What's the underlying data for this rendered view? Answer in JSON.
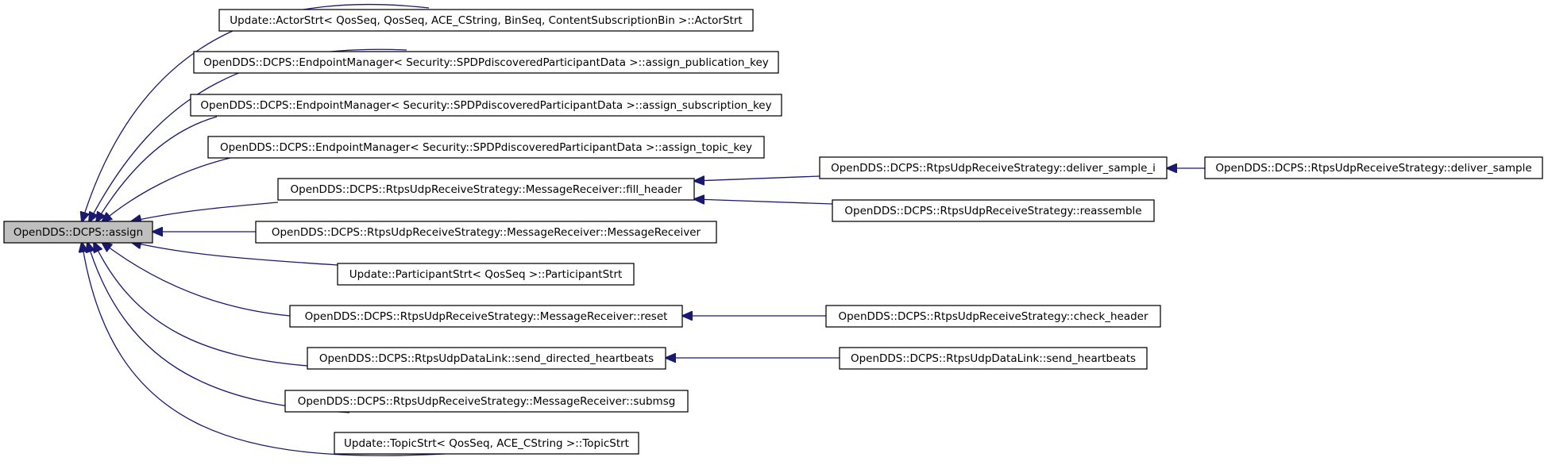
{
  "diagram": {
    "colors": {
      "edge": "#191970",
      "root_fill": "#bfbfbf",
      "node_fill": "#ffffff",
      "border": "#000000"
    },
    "nodes": {
      "root": "OpenDDS::DCPS::assign",
      "actorstrt": "Update::ActorStrt< QosSeq, QosSeq, ACE_CString, BinSeq, ContentSubscriptionBin >::ActorStrt",
      "assign_pub_key": "OpenDDS::DCPS::EndpointManager< Security::SPDPdiscoveredParticipantData >::assign_publication_key",
      "assign_sub_key": "OpenDDS::DCPS::EndpointManager< Security::SPDPdiscoveredParticipantData >::assign_subscription_key",
      "assign_topic_key": "OpenDDS::DCPS::EndpointManager< Security::SPDPdiscoveredParticipantData >::assign_topic_key",
      "fill_header": "OpenDDS::DCPS::RtpsUdpReceiveStrategy::MessageReceiver::fill_header",
      "message_receiver": "OpenDDS::DCPS::RtpsUdpReceiveStrategy::MessageReceiver::MessageReceiver",
      "participantstrt": "Update::ParticipantStrt< QosSeq >::ParticipantStrt",
      "reset": "OpenDDS::DCPS::RtpsUdpReceiveStrategy::MessageReceiver::reset",
      "send_directed_heartbeats": "OpenDDS::DCPS::RtpsUdpDataLink::send_directed_heartbeats",
      "submsg": "OpenDDS::DCPS::RtpsUdpReceiveStrategy::MessageReceiver::submsg",
      "topicstrt": "Update::TopicStrt< QosSeq, ACE_CString >::TopicStrt",
      "deliver_sample_i": "OpenDDS::DCPS::RtpsUdpReceiveStrategy::deliver_sample_i",
      "reassemble": "OpenDDS::DCPS::RtpsUdpReceiveStrategy::reassemble",
      "deliver_sample": "OpenDDS::DCPS::RtpsUdpReceiveStrategy::deliver_sample",
      "check_header": "OpenDDS::DCPS::RtpsUdpReceiveStrategy::check_header",
      "send_heartbeats": "OpenDDS::DCPS::RtpsUdpDataLink::send_heartbeats"
    },
    "edges": [
      {
        "from": "actorstrt",
        "to": "root"
      },
      {
        "from": "assign_pub_key",
        "to": "root"
      },
      {
        "from": "assign_sub_key",
        "to": "root"
      },
      {
        "from": "assign_topic_key",
        "to": "root"
      },
      {
        "from": "fill_header",
        "to": "root"
      },
      {
        "from": "message_receiver",
        "to": "root"
      },
      {
        "from": "participantstrt",
        "to": "root"
      },
      {
        "from": "reset",
        "to": "root"
      },
      {
        "from": "send_directed_heartbeats",
        "to": "root"
      },
      {
        "from": "submsg",
        "to": "root"
      },
      {
        "from": "topicstrt",
        "to": "root"
      },
      {
        "from": "deliver_sample_i",
        "to": "fill_header"
      },
      {
        "from": "reassemble",
        "to": "fill_header"
      },
      {
        "from": "deliver_sample",
        "to": "deliver_sample_i"
      },
      {
        "from": "check_header",
        "to": "reset"
      },
      {
        "from": "send_heartbeats",
        "to": "send_directed_heartbeats"
      }
    ]
  }
}
